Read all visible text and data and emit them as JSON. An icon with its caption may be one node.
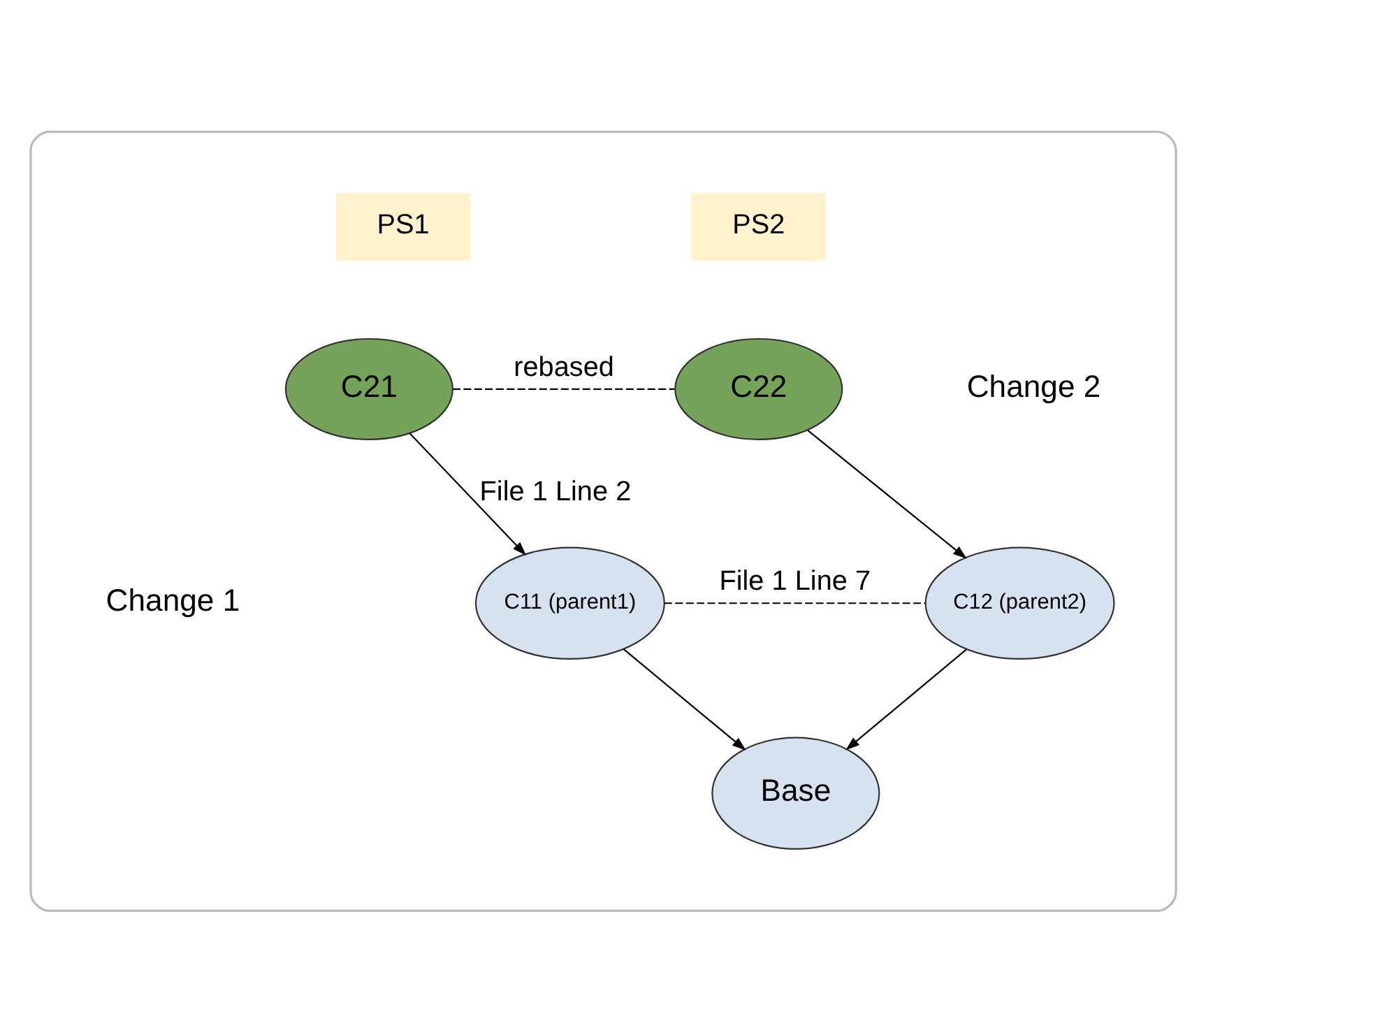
{
  "diagram": {
    "nodes": [
      {
        "text": [],
        "shape": "box"
      },
      {
        "text": [
          "PS1"
        ],
        "in": 0
      },
      {
        "text": [
          "PS2"
        ],
        "in": 0
      },
      {
        "text": [
          "C21"
        ],
        "in": 0
      },
      {
        "text": [
          "C22"
        ],
        "in": 0
      },
      {
        "text": [
          "C11 (parent1)"
        ],
        "in": 0
      },
      {
        "text": [
          "C12 (parent2)"
        ],
        "in": 0
      },
      {
        "text": [
          "Base"
        ],
        "in": 0
      }
    ],
    "edges": [
      {
        "from": 3,
        "to": 4,
        "arrow": "none",
        "style": "dashed",
        "label": "rebased"
      },
      {
        "from": 3,
        "to": 5,
        "arrow": "to",
        "label": "File 1 Line 2"
      },
      {
        "from": 4,
        "to": 6,
        "arrow": "to"
      },
      {
        "from": 5,
        "to": 6,
        "arrow": "none",
        "style": "dashed",
        "label": "File 1 Line 7"
      },
      {
        "from": 5,
        "to": 7,
        "arrow": "to"
      },
      {
        "from": 6,
        "to": 7,
        "arrow": "to"
      }
    ],
    "labels": [
      "Change 2",
      "Change 1"
    ]
  }
}
